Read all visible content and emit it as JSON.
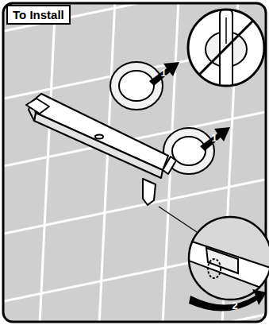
{
  "diagram": {
    "title": "To Install",
    "labels": [
      "1",
      "1",
      "2"
    ]
  }
}
